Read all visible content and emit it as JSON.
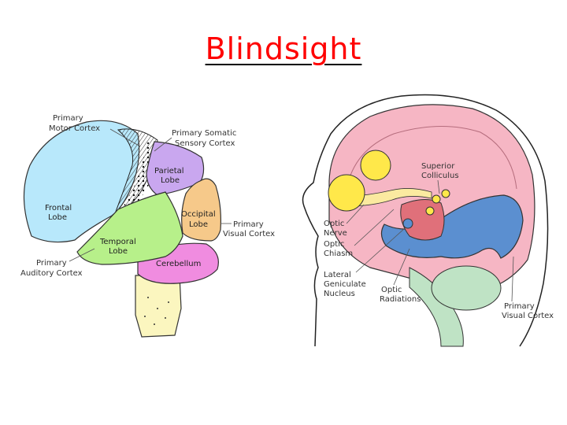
{
  "title": "Blindsight",
  "colors": {
    "title": "#ff0000",
    "frontal": "#b8e8fb",
    "parietal": "#c9a7ef",
    "occipital": "#f6c98a",
    "temporal": "#b7f08a",
    "cerebellum": "#f08ce0",
    "brainstem": "#fbf6bf",
    "cortex_pink": "#f6b6c4",
    "colliculus_yellow": "#ffe84a",
    "ventricle_blue": "#5b8fd0",
    "brainstem_green": "#bfe3c5"
  },
  "left_diagram": {
    "primary_motor_cortex": [
      "Primary",
      "Motor Cortex"
    ],
    "primary_somatic_sensory_cortex": [
      "Primary Somatic",
      "Sensory Cortex"
    ],
    "parietal_lobe": [
      "Parietal",
      "Lobe"
    ],
    "frontal_lobe": [
      "Frontal",
      "Lobe"
    ],
    "occipital_lobe": [
      "Occipital",
      "Lobe"
    ],
    "primary_visual_cortex": [
      "Primary",
      "Visual Cortex"
    ],
    "temporal_lobe": [
      "Temporal",
      "Lobe"
    ],
    "cerebellum": "Cerebellum",
    "primary_auditory_cortex": [
      "Primary",
      "Auditory Cortex"
    ]
  },
  "right_diagram": {
    "superior_colliculus": [
      "Superior",
      "Colliculus"
    ],
    "optic_nerve": [
      "Optic",
      "Nerve"
    ],
    "optic_chiasm": [
      "Optic",
      "Chiasm"
    ],
    "lateral_geniculate_nucleus": [
      "Lateral",
      "Geniculate",
      "Nucleus"
    ],
    "optic_radiations": [
      "Optic",
      "Radiations"
    ],
    "primary_visual_cortex": [
      "Primary",
      "Visual Cortex"
    ]
  }
}
